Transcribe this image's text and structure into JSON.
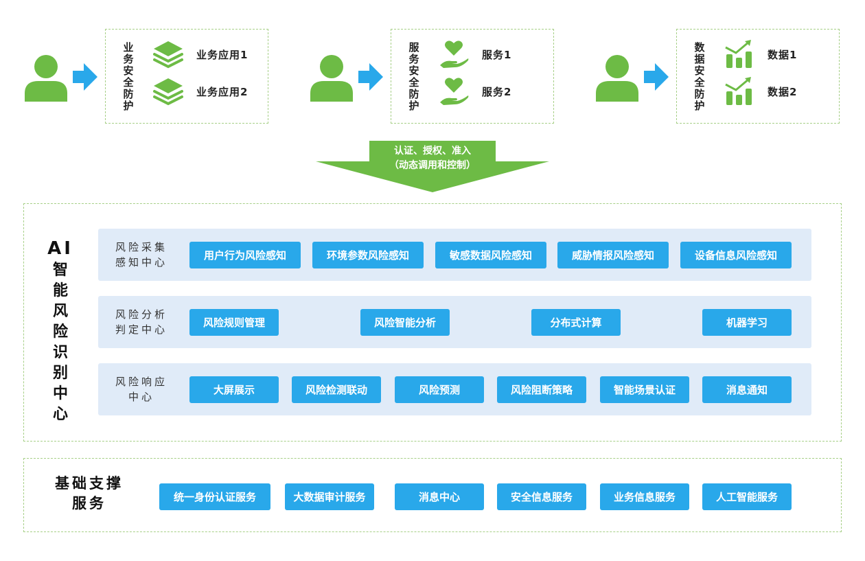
{
  "colors": {
    "green": "#6dbb45",
    "blue": "#29a8ea",
    "band_bg": "#e0ebf8",
    "dashed_border": "#a6cf86"
  },
  "top_groups": [
    {
      "title": "业务安全防护",
      "icon": "layers-icon",
      "items": [
        "业务应用1",
        "业务应用2"
      ]
    },
    {
      "title": "服务安全防护",
      "icon": "heart-hand-icon",
      "items": [
        "服务1",
        "服务2"
      ]
    },
    {
      "title": "数据安全防护",
      "icon": "chart-growth-icon",
      "items": [
        "数据1",
        "数据2"
      ]
    }
  ],
  "flow_arrow": {
    "line1": "认证、授权、准入",
    "line2": "（动态调用和控制）"
  },
  "ai_center": {
    "title_prefix": "AI",
    "title_chars": [
      "智",
      "能",
      "风",
      "险",
      "识",
      "别",
      "中",
      "心"
    ],
    "bands": [
      {
        "label_line1": "风险采集",
        "label_line2": "感知中心",
        "buttons": [
          "用户行为风险感知",
          "环境参数风险感知",
          "敏感数据风险感知",
          "威胁情报风险感知",
          "设备信息风险感知"
        ]
      },
      {
        "label_line1": "风险分析",
        "label_line2": "判定中心",
        "buttons": [
          "风险规则管理",
          "风险智能分析",
          "分布式计算",
          "机器学习"
        ]
      },
      {
        "label_line1": "风险响应",
        "label_line2": "中心",
        "buttons": [
          "大屏展示",
          "风险检测联动",
          "风险预测",
          "风险阻断策略",
          "智能场景认证",
          "消息通知"
        ]
      }
    ]
  },
  "base": {
    "title_line1": "基础支撑",
    "title_line2": "服务",
    "buttons": [
      "统一身份认证服务",
      "大数据审计服务",
      "消息中心",
      "安全信息服务",
      "业务信息服务",
      "人工智能服务"
    ]
  }
}
